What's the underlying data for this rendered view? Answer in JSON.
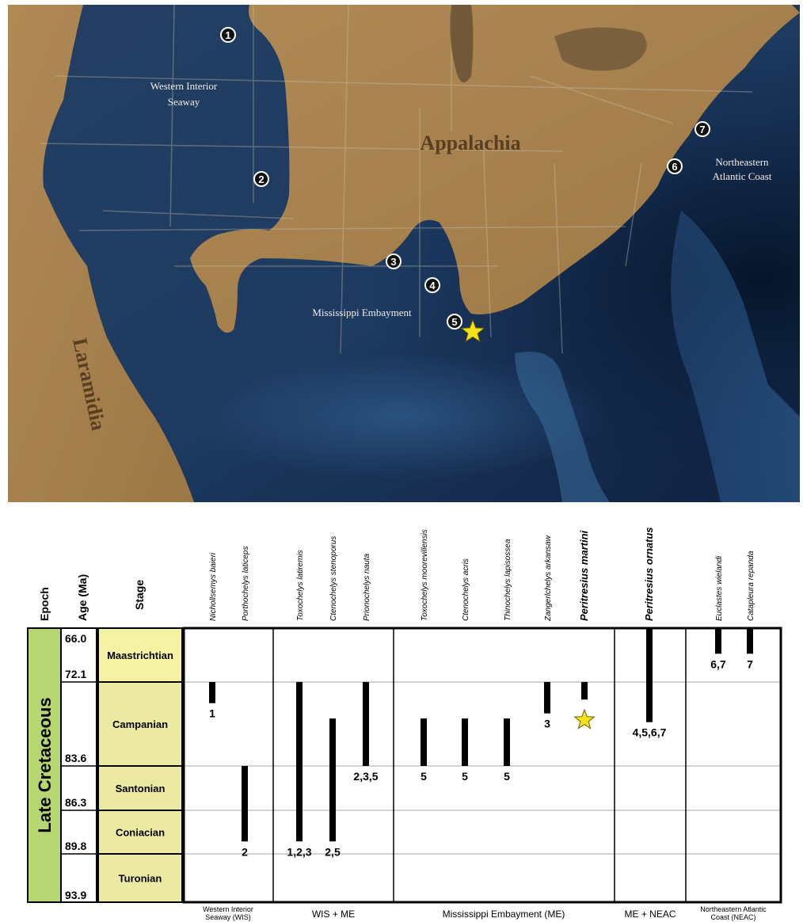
{
  "map": {
    "labels": {
      "wis": [
        "Western Interior",
        "Seaway"
      ],
      "appalachia": "Appalachia",
      "me": "Mississippi Embayment",
      "neac": [
        "Northeastern",
        "Atlantic Coast"
      ],
      "laramidia": "Laramidia"
    },
    "markers": [
      "1",
      "2",
      "3",
      "4",
      "5",
      "6",
      "7"
    ]
  },
  "chart_data": {
    "type": "range",
    "headers": {
      "epoch": "Epoch",
      "age": "Age (Ma)",
      "stage": "Stage"
    },
    "epoch": "Late Cretaceous",
    "age_ticks": [
      66.0,
      72.1,
      83.6,
      86.3,
      89.8,
      93.9
    ],
    "age_labels": [
      "66.0",
      "72.1",
      "83.6",
      "86.3",
      "89.8",
      "93.9"
    ],
    "stages": [
      {
        "name": "Maastrichtian",
        "from": 66.0,
        "to": 72.1
      },
      {
        "name": "Campanian",
        "from": 72.1,
        "to": 83.6
      },
      {
        "name": "Santonian",
        "from": 83.6,
        "to": 86.3
      },
      {
        "name": "Coniacian",
        "from": 86.3,
        "to": 89.8
      },
      {
        "name": "Turonian",
        "from": 89.8,
        "to": 93.9
      }
    ],
    "regions": [
      {
        "name": [
          "Western Interior",
          "Seaway (WIS)"
        ]
      },
      {
        "name": [
          "WIS + ME"
        ]
      },
      {
        "name": [
          "Mississippi Embayment (ME)"
        ]
      },
      {
        "name": [
          "ME + NEAC"
        ]
      },
      {
        "name": [
          "Northeastern Atlantic",
          "Coast (NEAC)"
        ]
      }
    ],
    "taxa": [
      {
        "name": "Nichollsemys baieri",
        "top": 72.1,
        "bottom": 75.0,
        "label": "1",
        "emphasis": false
      },
      {
        "name": "Porthochelys laticeps",
        "top": 83.6,
        "bottom": 88.8,
        "label": "2",
        "emphasis": false
      },
      {
        "name": "Toxochelys latiremis",
        "top": 72.1,
        "bottom": 88.8,
        "label": "1,2,3",
        "emphasis": false
      },
      {
        "name": "Ctenochelys stenoporus",
        "top": 77.1,
        "bottom": 88.8,
        "label": "2,5",
        "emphasis": false
      },
      {
        "name": "Prionochelys nauta",
        "top": 72.1,
        "bottom": 83.6,
        "label": "2,3,5",
        "emphasis": false
      },
      {
        "name": "Toxochelys moorevillensis",
        "top": 77.1,
        "bottom": 83.6,
        "label": "5",
        "emphasis": false
      },
      {
        "name": "Ctenochelys acris",
        "top": 77.1,
        "bottom": 83.6,
        "label": "5",
        "emphasis": false
      },
      {
        "name": "Thinochelys lapisossea",
        "top": 77.1,
        "bottom": 83.6,
        "label": "5",
        "emphasis": false
      },
      {
        "name": "Zangerlchelys arkansaw",
        "top": 72.1,
        "bottom": 76.4,
        "label": "3",
        "emphasis": false
      },
      {
        "name": "Peritresius martini",
        "top": 72.1,
        "bottom": 74.5,
        "label": "",
        "emphasis": true,
        "marker": "star"
      },
      {
        "name": "Peritresius ornatus",
        "top": 66.0,
        "bottom": 77.6,
        "label": "4,5,6,7",
        "emphasis": true
      },
      {
        "name": "Euclastes wielandi",
        "top": 66.0,
        "bottom": 68.9,
        "label": "6,7",
        "emphasis": false
      },
      {
        "name": "Catapleura repanda",
        "top": 66.0,
        "bottom": 68.9,
        "label": "7",
        "emphasis": false
      }
    ],
    "colors": {
      "epoch_fill": "#b5d673",
      "stage_fill": "#ebe9a2",
      "stage_maastrichtian": "#f5f2a4",
      "star": "#f2e21c"
    }
  }
}
